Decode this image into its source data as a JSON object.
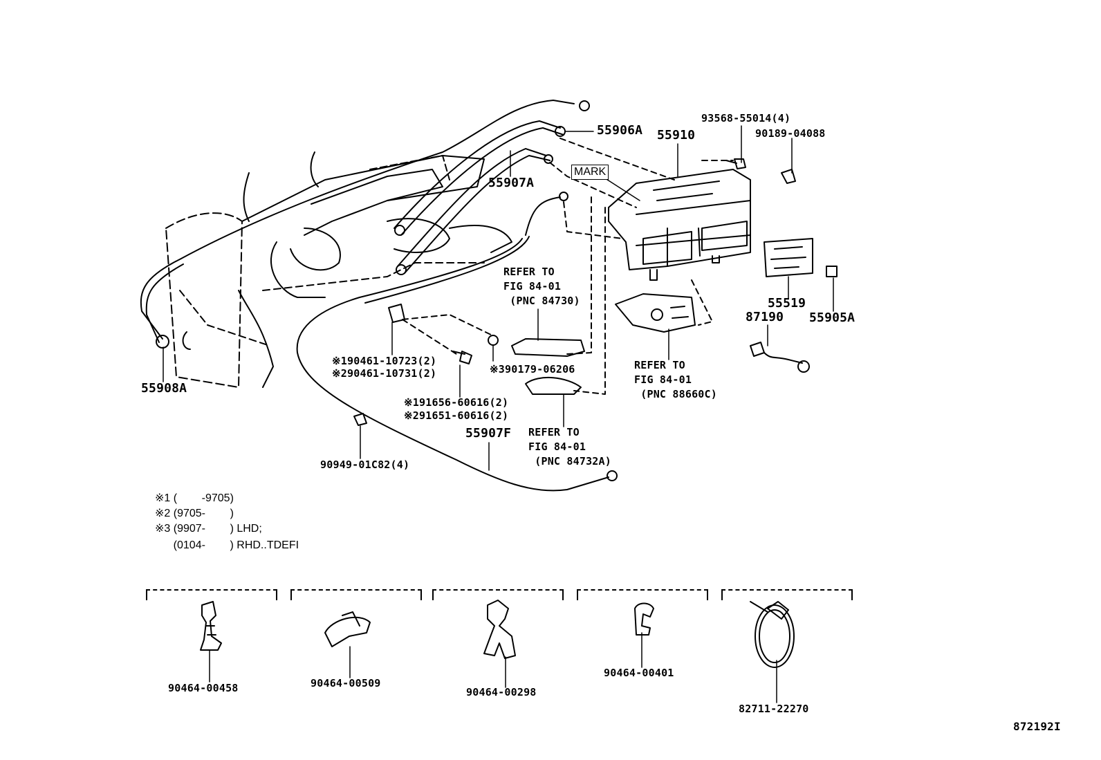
{
  "parts": {
    "p55906A": "55906A",
    "p55910": "55910",
    "p93568": "93568-55014(4)",
    "p90189": "90189-04088",
    "p55907A": "55907A",
    "p55519": "55519",
    "p87190": "87190",
    "p55905A": "55905A",
    "p55908A": "55908A",
    "p90461a": "※190461-10723(2)",
    "p90461b": "※290461-10731(2)",
    "p90179": "※390179-06206",
    "p91656": "※191656-60616(2)",
    "p91651": "※291651-60616(2)",
    "p55907F": "55907F",
    "p90949": "90949-01C82(4)",
    "c1": "90464-00458",
    "c2": "90464-00509",
    "c3": "90464-00298",
    "c4": "90464-00401",
    "c5": "82711-22270"
  },
  "mark_label": "MARK",
  "refs": {
    "r1": [
      "REFER TO",
      "FIG 84-01",
      " (PNC 84730)"
    ],
    "r2": [
      "REFER TO",
      "FIG 84-01",
      " (PNC 88660C)"
    ],
    "r3": [
      "REFER TO",
      "FIG 84-01",
      " (PNC 84732A)"
    ]
  },
  "notes": {
    "n1": "※1 (        -9705)",
    "n2": "※2 (9705-        )",
    "n3": "※3 (9907-        ) LHD;",
    "n4": "      (0104-        ) RHD..TDEFI"
  },
  "figure_id": "872192I"
}
